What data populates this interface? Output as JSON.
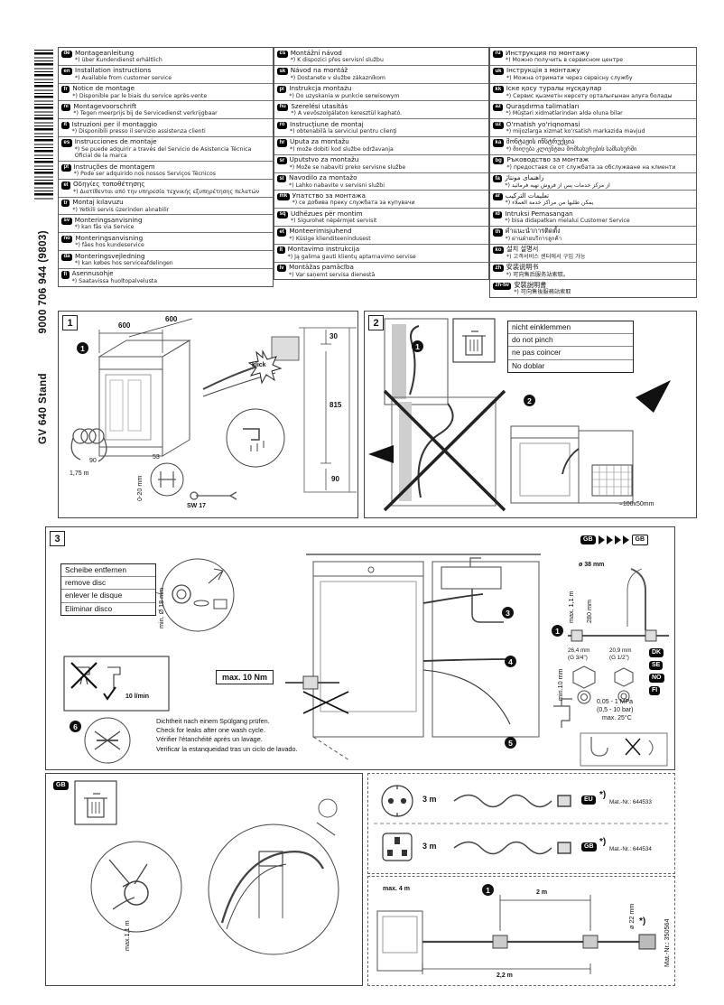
{
  "sidebar": {
    "model": "GV 640 Stand",
    "part_number": "9000 706 944 (9803)"
  },
  "languages": {
    "col1": [
      {
        "code": "de",
        "title": "Montageanleitung",
        "note": "*) über Kundendienst erhältlich"
      },
      {
        "code": "en",
        "title": "Installation instructions",
        "note": "*) Available from customer service"
      },
      {
        "code": "fr",
        "title": "Notice de montage",
        "note": "*) Disponible par le biais du service après-vente"
      },
      {
        "code": "nl",
        "title": "Montagevoorschrift",
        "note": "*) Tegen meerprijs bij de Servicedienst verkrijgbaar"
      },
      {
        "code": "it",
        "title": "Istruzioni per il montaggio",
        "note": "*) Disponibili presso il servizio assistenza clienti"
      },
      {
        "code": "es",
        "title": "Instrucciones de montaje",
        "note": "*) Se puede adquirir a través del Servicio de Asistencia Técnica Oficial de la marca"
      },
      {
        "code": "pt",
        "title": "Instruções de montagem",
        "note": "*) Pode ser adquirido nos nossos Serviços Técnicos"
      },
      {
        "code": "el",
        "title": "Οδηγίες τοποθέτησης",
        "note": "*) Διατίθενται από την υπηρεσία τεχνικής εξυπηρέτησης πελατών"
      },
      {
        "code": "tr",
        "title": "Montaj kılavuzu",
        "note": "*) Yetkili servis üzerinden alınabilir"
      },
      {
        "code": "sv",
        "title": "Monteringsanvisning",
        "note": "*) kan fås via Service"
      },
      {
        "code": "no",
        "title": "Monteringsanvisning",
        "note": "*) fåes hos kundeservice"
      },
      {
        "code": "da",
        "title": "Monteringsvejledning",
        "note": "*) kan købes hos serviceafdelingen"
      },
      {
        "code": "fi",
        "title": "Asennusohje",
        "note": "*) Saatavissa huoltopalvelusta"
      }
    ],
    "col2": [
      {
        "code": "cs",
        "title": "Montážní návod",
        "note": "*) K dispozici přes servisní službu"
      },
      {
        "code": "sk",
        "title": "Návod na montáž",
        "note": "*) Dostanete v službe zákazníkom"
      },
      {
        "code": "pl",
        "title": "Instrukcja montażu",
        "note": "*) Do uzyskania w punkcie serwisowym"
      },
      {
        "code": "hu",
        "title": "Szerelési utasítás",
        "note": "*) A vevőszolgálaton keresztül kapható."
      },
      {
        "code": "ro",
        "title": "Instrucţiune de montaj",
        "note": "*) obtenabilă la serviciul pentru clienţi"
      },
      {
        "code": "hr",
        "title": "Uputa za montažu",
        "note": "*) može dobiti kod službe održavanja"
      },
      {
        "code": "sr",
        "title": "Uputstvo za montažu",
        "note": "*) Može se nabaviti preko servisne službe"
      },
      {
        "code": "sl",
        "title": "Navodilo za montažo",
        "note": "*) Lahko nabavite v servisni službi"
      },
      {
        "code": "mk",
        "title": "Упатство за монтажа",
        "note": "*) се добива преку службата за купувачи"
      },
      {
        "code": "sq",
        "title": "Udhëzues për montim",
        "note": "*) Sigurohet nëpërmjet servisit"
      },
      {
        "code": "et",
        "title": "Monteerimisjuhend",
        "note": "*) Küsige klienditeenindusest"
      },
      {
        "code": "lt",
        "title": "Montavimo instrukcija",
        "note": "*) Ją galima gauti klientų aptarnavimo servise"
      },
      {
        "code": "lv",
        "title": "Montāžas pamācība",
        "note": "*) Var saņemt servisa dienestā"
      }
    ],
    "col3": [
      {
        "code": "ru",
        "title": "Инструкция по монтажу",
        "note": "*) Можно получить в сервисном центре"
      },
      {
        "code": "uk",
        "title": "Інструкція з монтажу",
        "note": "*) Можна отримати через сервісну службу"
      },
      {
        "code": "kk",
        "title": "Іске қосу туралы нұсқаулар",
        "note": "*) Сервис қызметін көрсету орталығынан алуға болады"
      },
      {
        "code": "az",
        "title": "Quraşdırma təlimatları",
        "note": "*) Müştəri xidmətlərindən əldə oluna bilər"
      },
      {
        "code": "uz",
        "title": "O‘rnatish yo‘riqnomasi",
        "note": "*) mijozlarga xizmat ko‘rsatish markazida mavjud"
      },
      {
        "code": "ka",
        "title": "მონტაჟის ინსტრუქცია",
        "note": "*) მიიღება კლიენტთა მომსახურების სამსახურში"
      },
      {
        "code": "bg",
        "title": "Ръководство за монтаж",
        "note": "*) предоставя се от службата за обслужване на клиенти"
      },
      {
        "code": "fa",
        "title": "راهنمای مونتاژ",
        "note": "*) از مرکز خدمات پس از فروش تهیه فرمائید"
      },
      {
        "code": "ar",
        "title": "تعليمات التركيب",
        "note": "*) يمكن طلبها من مراكز خدمة العملاء"
      },
      {
        "code": "id",
        "title": "Intruksi Pemasangan",
        "note": "*) bisa didapatkan melalui Customer Service"
      },
      {
        "code": "th",
        "title": "คำแนะนำการติดตั้ง",
        "note": "*) ผ่านฝ่ายบริการลูกค้า"
      },
      {
        "code": "ko",
        "title": "설치 설명서",
        "note": "*) 고객서비스 센터에서 구입 가능"
      },
      {
        "code": "zh",
        "title": "安装说明书",
        "note": "*) 可向售后服务站索取。"
      },
      {
        "code": "zh-tw",
        "title": "安裝說明書",
        "note": "*) 可向售後服務站索取"
      }
    ]
  },
  "panels": {
    "p1": {
      "num": "1",
      "step": "1",
      "dim_width": "600",
      "dim_depth": "600",
      "dim_top": "30",
      "dim_height": "815",
      "dim_plinth": "90",
      "dim_mid": "90",
      "dim_min": "53",
      "foot_range": "0-20 mm",
      "cable": "1,75 m",
      "wrench": "SW 17",
      "klick": "klick"
    },
    "p2": {
      "num": "2",
      "step1": "1",
      "step2": "2",
      "warning": [
        "nicht einklemmen",
        "do not pinch",
        "ne pas coincer",
        "No doblar"
      ],
      "cutout": "≈100x50mm"
    },
    "p3": {
      "num": "3",
      "gb_from": "GB",
      "gb_to": "GB",
      "disc": [
        "Scheibe entfernen",
        "remove disc",
        "enlever le disque",
        "Eliminar disco"
      ],
      "disc_min": "min. Ø 18 mm",
      "hose_dia": "ø 38 mm",
      "drain_max": "max. 1,1 m",
      "drain_min": "280 mm",
      "step3": "3",
      "step4": "4",
      "step5": "5",
      "step6": "6",
      "hose_ref": "1",
      "torque": "max. 10 Nm",
      "flow": "10 l/min",
      "fit1_mm": "26,4 mm",
      "fit1_g": "(G 3/4\")",
      "fit2_mm": "20,9 mm",
      "fit2_g": "(G 1/2\")",
      "fit_countries": [
        "DK",
        "SE",
        "NO",
        "FI"
      ],
      "clearance": "min.10 mm",
      "pressure": "0,05 - 1 MPa",
      "pressure_bar": "(0,5 - 10 bar)",
      "temp": "max. 25°C",
      "leak": [
        "Dichtheit nach einem Spülgang prüfen.",
        "Check for leaks after one wash cycle.",
        "Vérifier l'étanchéité après un lavage.",
        "Verificar la estanqueidad tras un ciclo de lavado."
      ]
    },
    "gb": {
      "badge": "GB",
      "max_len": "max.1,1 m"
    },
    "cables": {
      "rows": [
        {
          "length": "3 m",
          "badge": "EU",
          "star": "*)",
          "mat": "Mat.-Nr.: 644533"
        },
        {
          "length": "3 m",
          "badge": "GB",
          "star": "*)",
          "mat": "Mat.-Nr.: 644534"
        }
      ]
    },
    "hose": {
      "step": "1",
      "total": "max. 4 m",
      "seg": "2 m",
      "dia": "ø 22 mm",
      "len": "2,2 m",
      "star": "*)",
      "mat": "Mat.-Nr.: 350564"
    }
  }
}
